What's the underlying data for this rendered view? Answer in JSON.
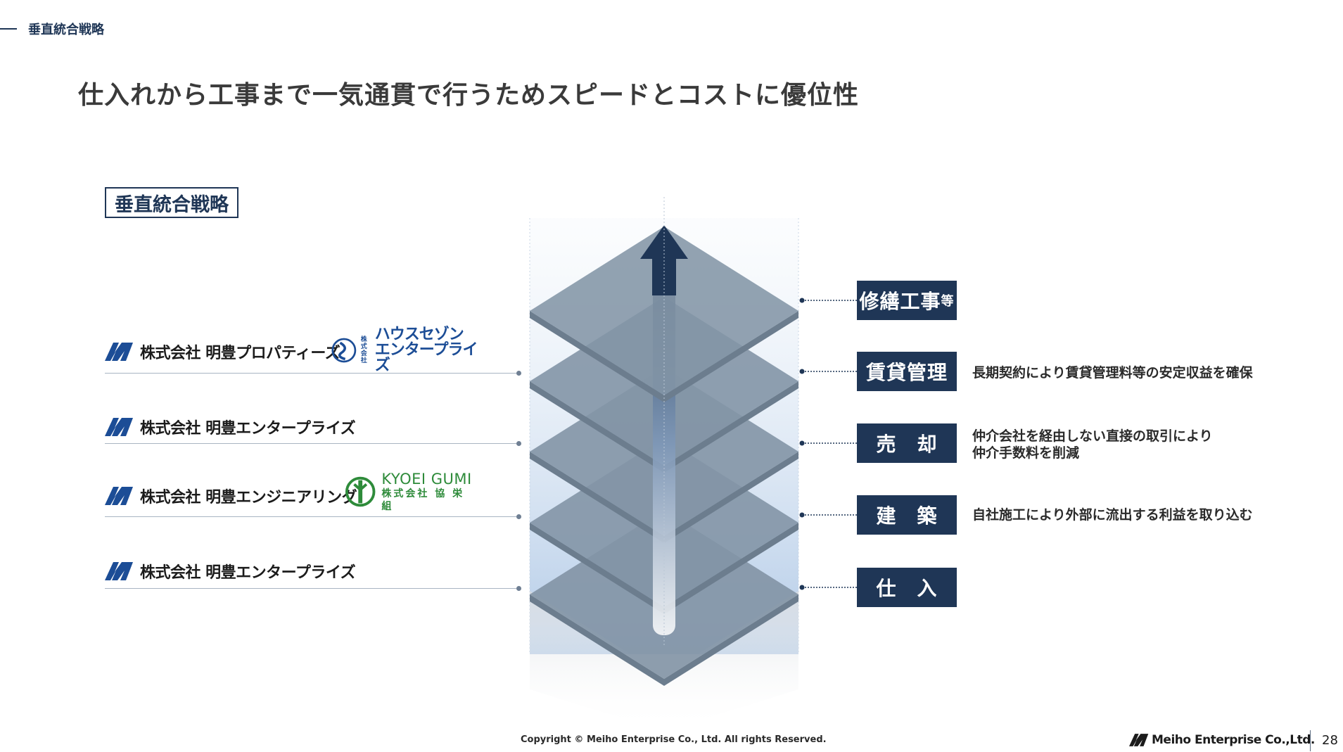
{
  "section": {
    "label": "垂直統合戦略"
  },
  "headline": "仕入れから工事まで一気通貫で行うためスピードとコストに優位性",
  "box_label": "垂直統合戦略",
  "companies": [
    {
      "name": "株式会社 明豊プロパティーズ"
    },
    {
      "name": "株式会社 明豊エンタープライズ"
    },
    {
      "name": "株式会社 明豊エンジニアリング"
    },
    {
      "name": "株式会社 明豊エンタープライズ"
    }
  ],
  "partners": {
    "house_sezon": {
      "small": [
        "株式",
        "会社"
      ],
      "line1": "ハウスセゾン",
      "line2": "エンタープライズ"
    },
    "kyoei": {
      "en": "KYOEI GUMI",
      "jp": "株式会社 協 栄 組"
    }
  },
  "stages": [
    {
      "label": "修繕工事",
      "suffix": "等",
      "description": []
    },
    {
      "label": "賃貸管理",
      "suffix": "",
      "description": [
        "長期契約により賃貸管理料等の安定収益を確保"
      ]
    },
    {
      "label": "売　却",
      "suffix": "",
      "description": [
        "仲介会社を経由しない直接の取引により",
        "仲介手数料を削減"
      ]
    },
    {
      "label": "建　築",
      "suffix": "",
      "description": [
        "自社施工により外部に流出する利益を取り込む"
      ]
    },
    {
      "label": "仕　入",
      "suffix": "",
      "description": []
    }
  ],
  "footer": {
    "copyright": "Copyright © Meiho Enterprise Co., Ltd. All rights Reserved.",
    "brand": "Meiho Enterprise Co.,Ltd.",
    "page": "28"
  },
  "colors": {
    "navy": "#1f3656",
    "plate": "#8395a6",
    "green": "#2e8b3a",
    "blue": "#1c4d96"
  }
}
